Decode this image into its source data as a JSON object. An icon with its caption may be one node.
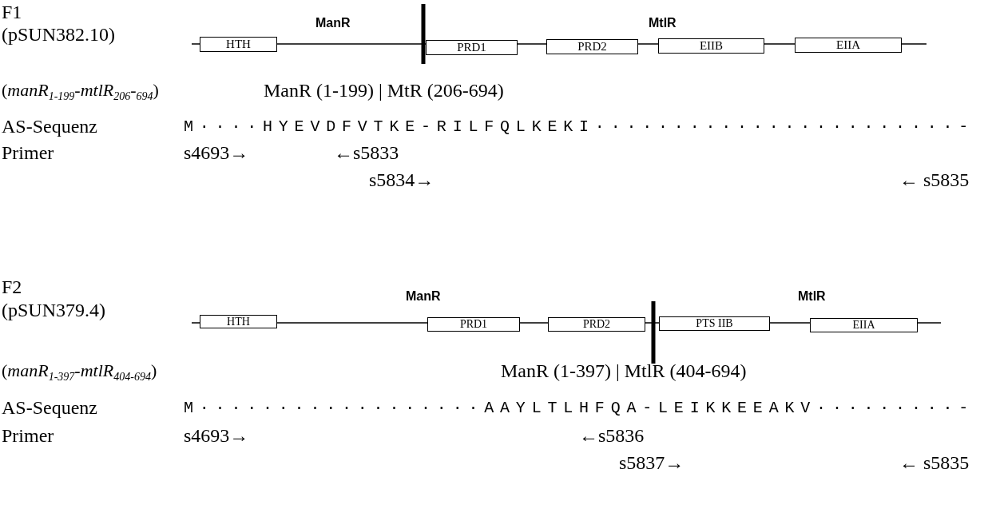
{
  "diagram": {
    "nodes": [
      {
        "text": [
          "HTH"
        ]
      },
      {
        "text": [
          "PRD1"
        ]
      },
      {
        "text": [
          "PRD2"
        ]
      },
      {
        "text": [
          "EIIB"
        ]
      },
      {
        "text": [
          "EIIA"
        ]
      },
      {
        "text": [
          "HTH"
        ]
      },
      {
        "text": [
          "PRD1"
        ]
      },
      {
        "text": [
          "PRD2"
        ]
      },
      {
        "text": [
          "PTS IIB"
        ]
      },
      {
        "text": [
          "EIIA"
        ]
      }
    ],
    "edges": [],
    "labels": [
      "F1",
      "(pSUN382.10)",
      "ManR",
      "MtlR",
      "(*manR*$_{1-199}$-*mtlR*$_{206}$-$_{694}$)",
      "ManR (1-199) | MtR (206-694)",
      "AS-Sequenz",
      "M····HYEVDFVTKE-RILFQLKEKI·······················-",
      "Primer",
      "s4693→",
      "←s5833",
      "s5834→",
      "← s5835",
      "F2",
      "(pSUN379.4)",
      "ManR",
      "MtlR",
      "(*manR*$_{1-397}$-*mtlR*$_{404-694}$)",
      "ManR (1-397) | MtlR (404-694)",
      "AS-Sequenz",
      "M··················AAYLTLHFQA-LEIKKEEAKV·········-",
      "Primer",
      "s4693→",
      "←s5836",
      "s5837→",
      "← s5835"
    ]
  }
}
